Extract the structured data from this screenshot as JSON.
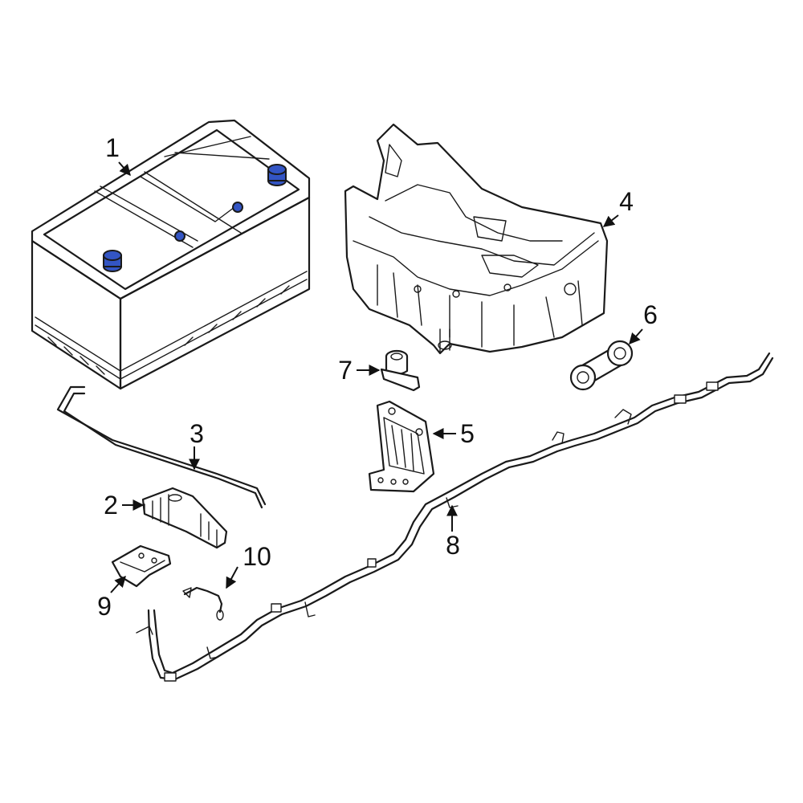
{
  "diagram": {
    "highlight_color": "#3355c4",
    "outline_color": "#1a1a1a",
    "background": "#ffffff",
    "callouts": [
      {
        "id": "1",
        "label": "1"
      },
      {
        "id": "2",
        "label": "2"
      },
      {
        "id": "3",
        "label": "3"
      },
      {
        "id": "4",
        "label": "4"
      },
      {
        "id": "5",
        "label": "5"
      },
      {
        "id": "6",
        "label": "6"
      },
      {
        "id": "7",
        "label": "7"
      },
      {
        "id": "8",
        "label": "8"
      },
      {
        "id": "9",
        "label": "9"
      },
      {
        "id": "10",
        "label": "10"
      }
    ]
  }
}
